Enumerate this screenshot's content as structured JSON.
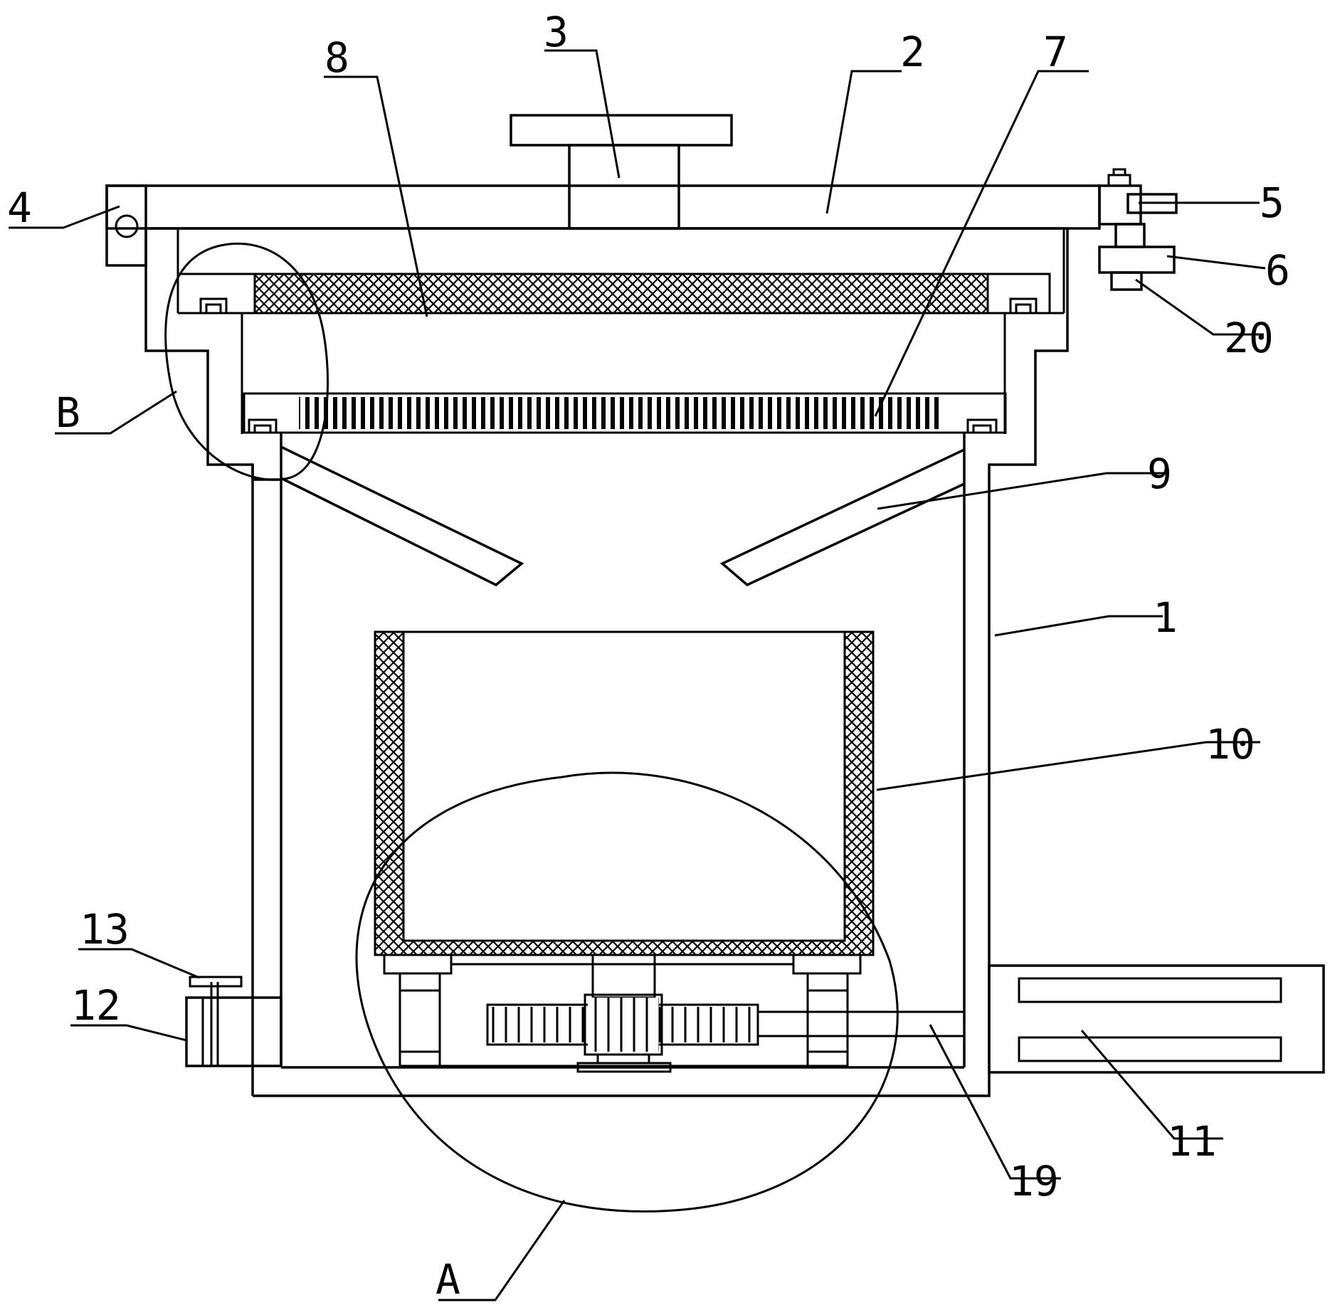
{
  "labels": {
    "l1": "1",
    "l2": "2",
    "l3": "3",
    "l4": "4",
    "l5": "5",
    "l6": "6",
    "l7": "7",
    "l8": "8",
    "l9": "9",
    "l10": "10",
    "l11": "11",
    "l12": "12",
    "l13": "13",
    "l19": "19",
    "l20": "20",
    "lA": "A",
    "lB": "B"
  }
}
